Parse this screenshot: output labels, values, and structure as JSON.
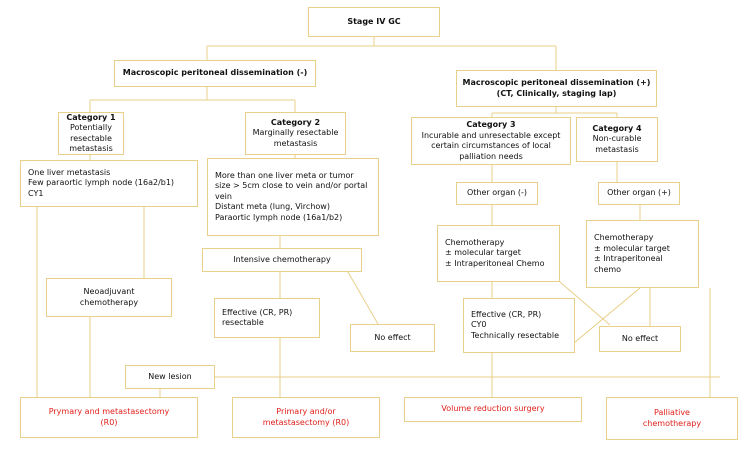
{
  "diagram": {
    "colors": {
      "border": "#e8cf8a",
      "connector": "#e8cf8a",
      "text": "#111111",
      "outcome_text": "#e0201c"
    },
    "root": {
      "label": "Stage IV GC"
    },
    "peritoneal_negative": {
      "label": "Macroscopic peritoneal dissemination (-)"
    },
    "peritoneal_positive": {
      "line1": "Macroscopic peritoneal dissemination (+)",
      "line2": "(CT, Clinically, staging lap)"
    },
    "category1": {
      "title": "Category 1",
      "line1": "Potentially resectable",
      "line2": "metastasis"
    },
    "category2": {
      "title": "Category 2",
      "line1": "Marginally resectable",
      "line2": "metastasis"
    },
    "category3": {
      "title": "Category 3",
      "line1": "Incurable and unresectable except",
      "line2": "certain circumstances of local",
      "line3": "palliation needs"
    },
    "category4": {
      "title": "Category 4",
      "line1": "Non-curable",
      "line2": "metastasis"
    },
    "cat1_criteria": {
      "line1": "One liver metastasis",
      "line2": "Few paraortic lymph node (16a2/b1)",
      "line3": "CY1"
    },
    "cat2_criteria": {
      "line1": "More than one liver meta or tumor",
      "line2": "size > 5cm close to vein and/or portal",
      "line3": "vein",
      "line4": "Distant meta (lung, Virchow)",
      "line5": "Paraortic lymph node (16a1/b2)"
    },
    "other_organ_neg": {
      "label": "Other organ (-)"
    },
    "other_organ_pos": {
      "label": "Other organ (+)"
    },
    "intensive_chemo": {
      "label": "Intensive chemotherapy"
    },
    "chemo_cat3": {
      "line1": "Chemotherapy",
      "line2": "± molecular target",
      "line3": "± Intraperitoneal Chemo"
    },
    "chemo_cat4": {
      "line1": "Chemotherapy",
      "line2": "± molecular target",
      "line3": "± Intraperitoneal",
      "line4": "chemo"
    },
    "neoadjuvant": {
      "line1": "Neoadjuvant",
      "line2": "chemotherapy"
    },
    "effective_cat2": {
      "line1": "Effective (CR, PR)",
      "line2": "resectable"
    },
    "no_effect_cat2": {
      "label": "No effect"
    },
    "effective_cat3": {
      "line1": "Effective (CR, PR)",
      "line2": "CY0",
      "line3": "Technically resectable"
    },
    "no_effect_cat4": {
      "label": "No effect"
    },
    "new_lesion": {
      "label": "New lesion"
    },
    "outcome1": {
      "line1": "Prymary and metastasectomy",
      "line2": "(R0)"
    },
    "outcome2": {
      "line1": "Primary and/or",
      "line2": "metastasectomy (R0)"
    },
    "outcome3": {
      "label": "Volume reduction surgery"
    },
    "outcome4": {
      "line1": "Palliative",
      "line2": "chemotherapy"
    }
  }
}
